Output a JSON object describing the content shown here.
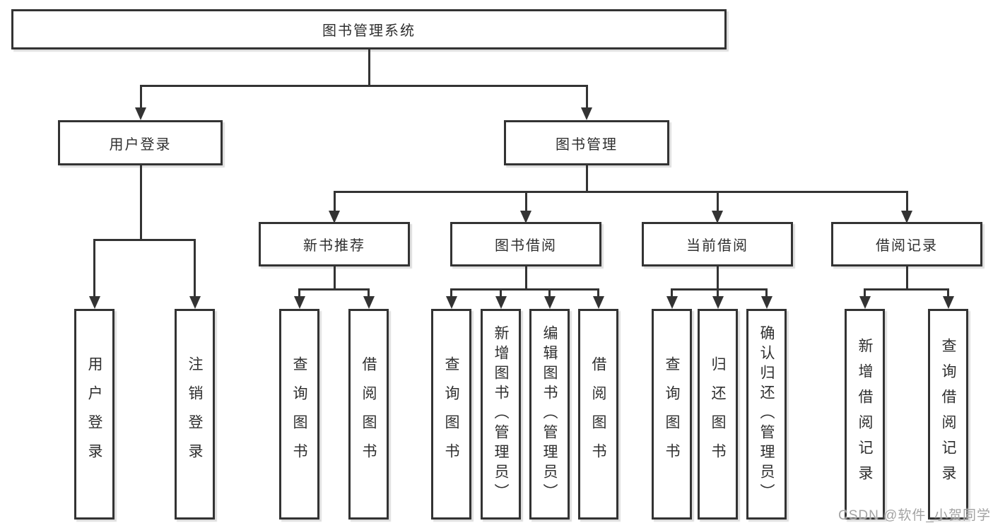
{
  "tree": {
    "label": "图书管理系统",
    "children": [
      {
        "label": "用户登录",
        "children": [
          {
            "label": "用户登录"
          },
          {
            "label": "注销登录"
          }
        ]
      },
      {
        "label": "图书管理",
        "children": [
          {
            "label": "新书推荐",
            "children": [
              {
                "label": "查询图书"
              },
              {
                "label": "借阅图书"
              }
            ]
          },
          {
            "label": "图书借阅",
            "children": [
              {
                "label": "查询图书"
              },
              {
                "label": "新增图书（管理员）"
              },
              {
                "label": "编辑图书（管理员）"
              },
              {
                "label": "借阅图书"
              }
            ]
          },
          {
            "label": "当前借阅",
            "children": [
              {
                "label": "查询图书"
              },
              {
                "label": "归还图书"
              },
              {
                "label": "确认归还（管理员）"
              }
            ]
          },
          {
            "label": "借阅记录",
            "children": [
              {
                "label": "新增借阅记录"
              },
              {
                "label": "查询借阅记录"
              }
            ]
          }
        ]
      }
    ]
  },
  "watermark": {
    "text": "CSDN @软件_小贺同学"
  },
  "colors": {
    "line": "#333333",
    "text": "#2f2f2f",
    "background": "#ffffff",
    "watermark": "#a3a3a3"
  }
}
